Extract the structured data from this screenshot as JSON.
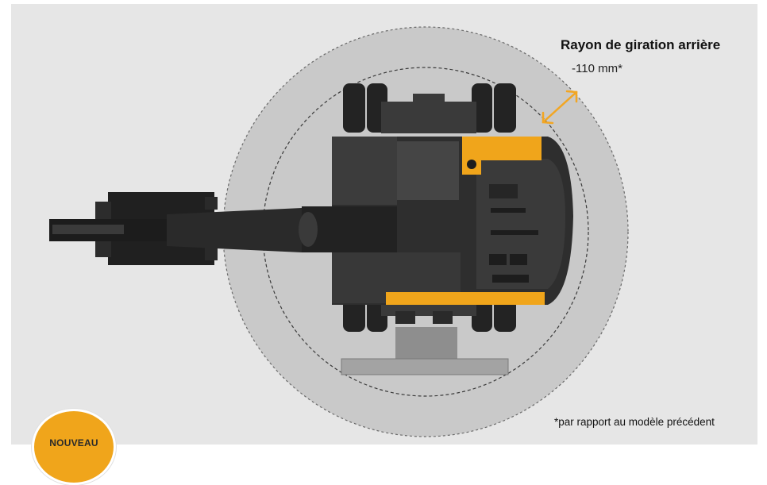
{
  "annotation": {
    "title": "Rayon de giration arrière",
    "value": "-110 mm*"
  },
  "footnote": "*par rapport au modèle précédent",
  "badge": {
    "label": "NOUVEAU"
  },
  "colors": {
    "background": "#e6e6e6",
    "swing_circle": "#c8c8c8",
    "machine_body": "#2b2b2b",
    "accent_yellow": "#f0a51b",
    "arrow_orange": "#f2a623"
  }
}
